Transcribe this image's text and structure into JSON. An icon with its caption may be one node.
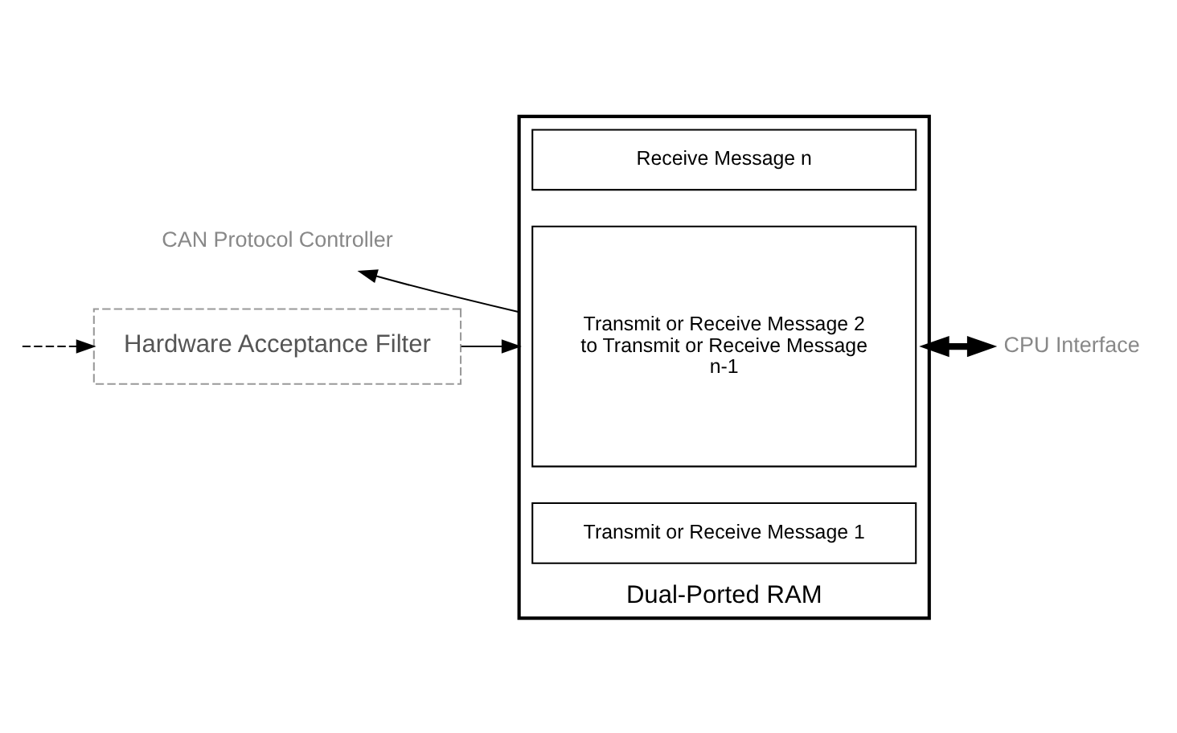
{
  "diagram": {
    "nodes": [
      {
        "text": [
          "CAN Protocol Controller"
        ]
      },
      {
        "text": [
          "Hardware Acceptance Filter"
        ]
      },
      {
        "text": [
          "Dual-Ported RAM"
        ]
      },
      {
        "text": [
          "Transmit or Receive Message 1"
        ],
        "in": 2
      },
      {
        "text": [
          "Transmit or Receive Message 2 to Transmit or Receive Message n-1"
        ],
        "in": 2
      },
      {
        "text": [
          "Receive Message n"
        ],
        "in": 2
      },
      {
        "text": [
          "CPU Interface"
        ]
      }
    ],
    "edges": [
      {
        "from": 2,
        "to": 0,
        "arrow": "to"
      },
      {
        "from": null,
        "to": 1,
        "arrow": "to",
        "style": "dashed"
      },
      {
        "from": 1,
        "to": 2,
        "arrow": "to"
      },
      {
        "from": 2,
        "to": 6,
        "arrow": "both",
        "style": "thick"
      }
    ]
  }
}
